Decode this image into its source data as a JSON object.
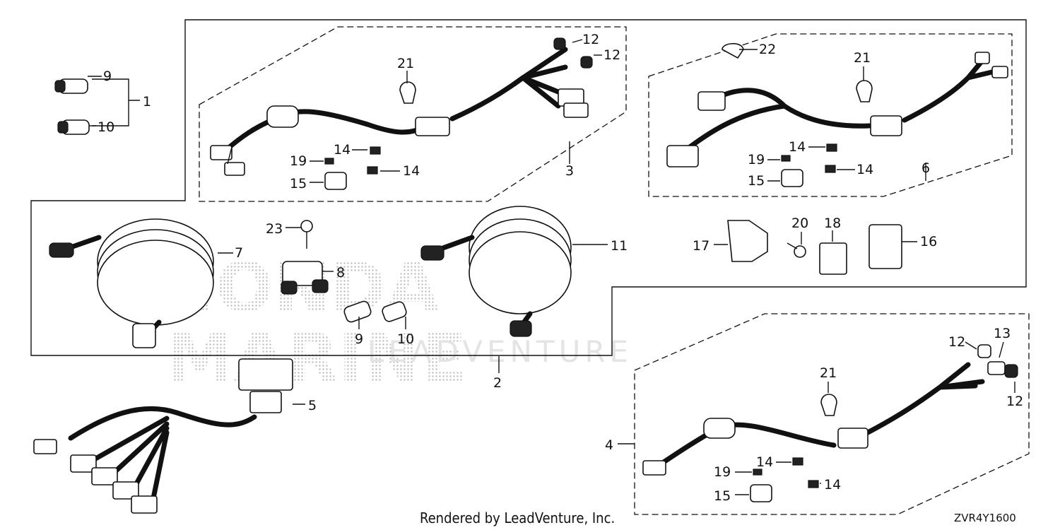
{
  "callouts": {
    "c1": "1",
    "c2": "2",
    "c3": "3",
    "c4": "4",
    "c5": "5",
    "c6": "6",
    "c7": "7",
    "c8": "8",
    "c9a": "9",
    "c9b": "9",
    "c10a": "10",
    "c10b": "10",
    "c11": "11",
    "c12a": "12",
    "c12b": "12",
    "c12c": "12",
    "c12d": "12",
    "c13": "13",
    "c14a": "14",
    "c14b": "14",
    "c14c": "14",
    "c14d": "14",
    "c14e": "14",
    "c14f": "14",
    "c15a": "15",
    "c15b": "15",
    "c15c": "15",
    "c16": "16",
    "c17": "17",
    "c18": "18",
    "c19a": "19",
    "c19b": "19",
    "c19c": "19",
    "c20": "20",
    "c21a": "21",
    "c21b": "21",
    "c21c": "21",
    "c22": "22",
    "c23": "23"
  },
  "footer": {
    "credit": "Rendered by LeadVenture, Inc.",
    "diagram_code": "ZVR4Y1600"
  },
  "watermark": {
    "brand_top": "HONDA",
    "brand_bottom": "MARINE",
    "company": "LEADVENTURE"
  }
}
